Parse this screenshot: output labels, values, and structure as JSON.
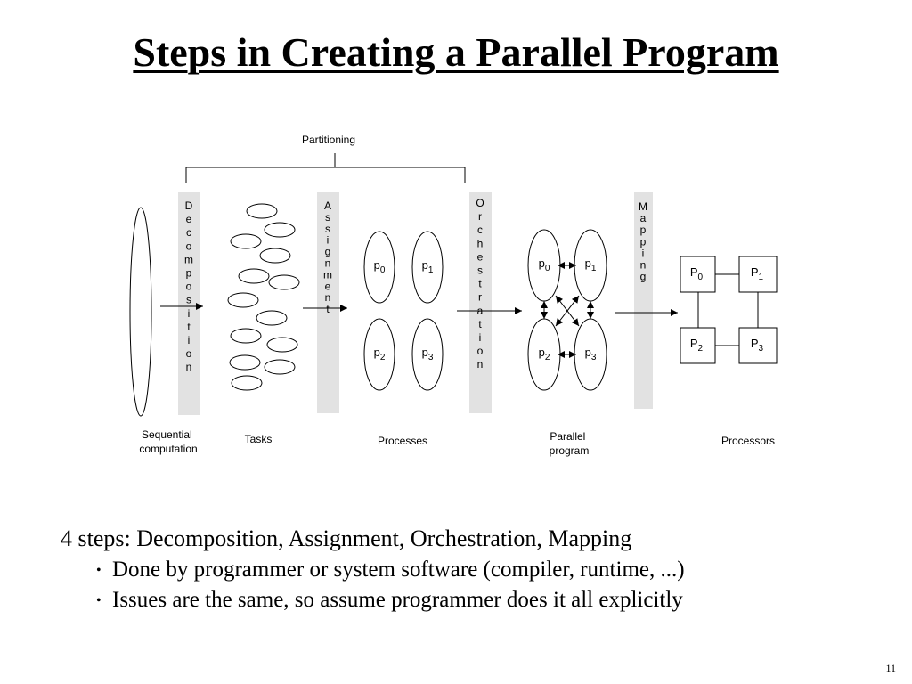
{
  "slide": {
    "title": "Steps in Creating a Parallel Program",
    "page_number": "11"
  },
  "diagram": {
    "partitioning_label": "Partitioning",
    "stages": [
      {
        "label": "Decomposition"
      },
      {
        "label": "Assignment"
      },
      {
        "label": "Orchestration"
      },
      {
        "label": "Mapping"
      }
    ],
    "captions": {
      "sequential": [
        "Sequential",
        "computation"
      ],
      "tasks": "Tasks",
      "processes": "Processes",
      "parallel": [
        "Parallel",
        "program"
      ],
      "processors": "Processors"
    },
    "processes": [
      {
        "base": "p",
        "sub": "0"
      },
      {
        "base": "p",
        "sub": "1"
      },
      {
        "base": "p",
        "sub": "2"
      },
      {
        "base": "p",
        "sub": "3"
      }
    ],
    "processors": [
      {
        "base": "P",
        "sub": "0"
      },
      {
        "base": "P",
        "sub": "1"
      },
      {
        "base": "P",
        "sub": "2"
      },
      {
        "base": "P",
        "sub": "3"
      }
    ]
  },
  "bullets": {
    "main": "4 steps: Decomposition, Assignment, Orchestration, Mapping",
    "subs": [
      "Done by programmer or system software (compiler, runtime, ...)",
      "Issues are the same, so assume programmer does it all explicitly"
    ],
    "bullet_glyph": "•"
  }
}
